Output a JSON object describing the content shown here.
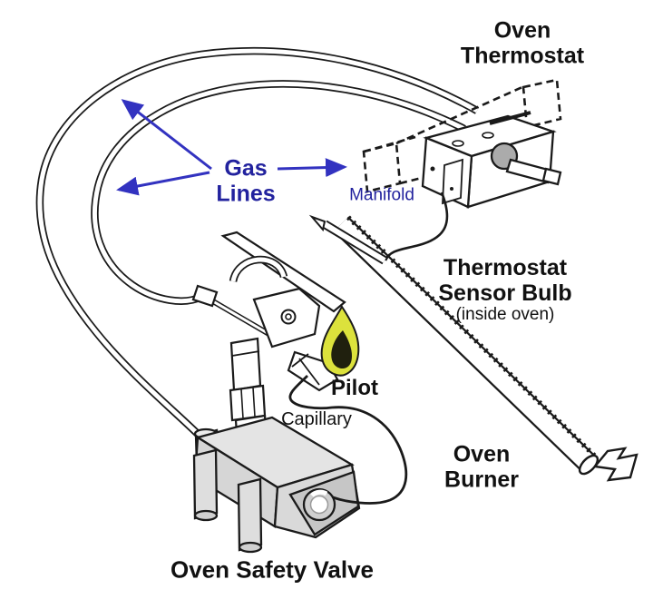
{
  "diagram": {
    "subject": "gas-oven-pilot-ignition-system",
    "background": "#ffffff"
  },
  "colors": {
    "outline_black": "#1a1a1a",
    "label_black": "#111111",
    "accent_blue_text": "#22229e",
    "arrow_blue": "#3232c0",
    "flame_yellow": "#dce23c",
    "flame_core": "#20200e",
    "metal_gray_light": "#e2e2e2",
    "metal_gray": "#d6d6d6",
    "metal_gray_dark": "#c6c6c6",
    "knob_gray": "#ababab"
  },
  "labels": {
    "oven_thermostat": {
      "line1": "Oven",
      "line2": "Thermostat"
    },
    "gas_lines": {
      "line1": "Gas",
      "line2": "Lines"
    },
    "manifold": {
      "text": "Manifold"
    },
    "sensor_bulb": {
      "line1": "Thermostat",
      "line2": "Sensor Bulb",
      "line3": "(inside oven)"
    },
    "pilot": {
      "text": "Pilot"
    },
    "capillary": {
      "text": "Capillary"
    },
    "oven_burner": {
      "line1": "Oven",
      "line2": "Burner"
    },
    "safety_valve": {
      "text": "Oven Safety Valve"
    }
  },
  "callouts": {
    "gas_lines_arrows": [
      "to-outer-gas-line",
      "to-inner-gas-line",
      "to-manifold"
    ]
  }
}
